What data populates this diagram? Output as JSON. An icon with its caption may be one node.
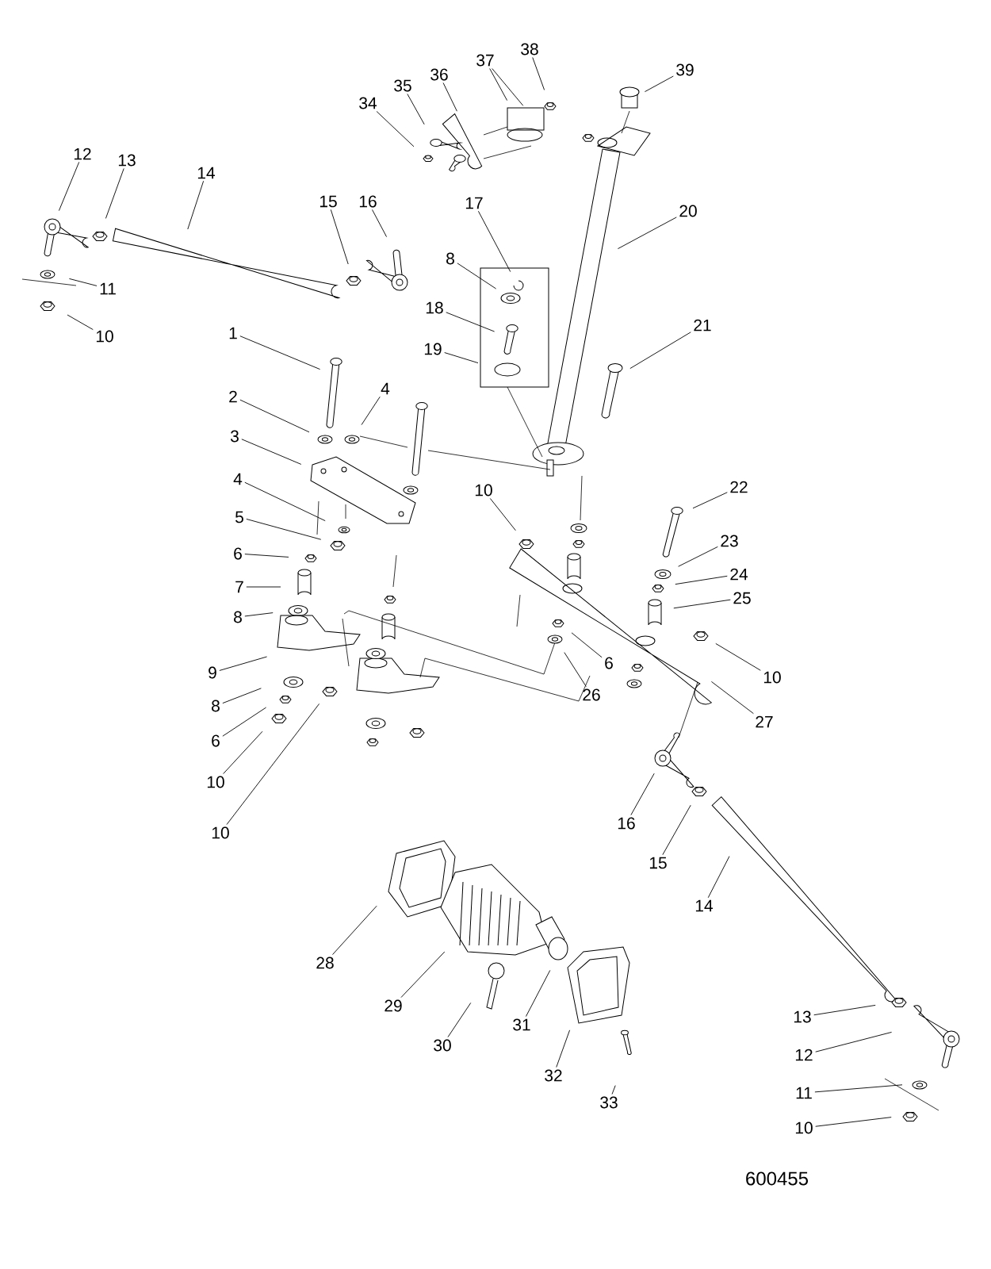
{
  "diagram": {
    "nodes": [
      {
        "text": [
          "34"
        ]
      },
      {
        "text": [
          "35"
        ]
      },
      {
        "text": [
          "36"
        ]
      },
      {
        "text": [
          "37"
        ]
      },
      {
        "text": [
          "38"
        ]
      },
      {
        "text": [
          "39"
        ]
      },
      {
        "text": [
          "12"
        ]
      },
      {
        "text": [
          "13"
        ]
      },
      {
        "text": [
          "14"
        ]
      },
      {
        "text": [
          "15"
        ]
      },
      {
        "text": [
          "16"
        ]
      },
      {
        "text": [
          "11"
        ]
      },
      {
        "text": [
          "10"
        ]
      },
      {
        "text": [
          "17"
        ]
      },
      {
        "text": [
          "8"
        ]
      },
      {
        "text": [
          "18"
        ]
      },
      {
        "text": [
          "19"
        ]
      },
      {
        "text": [
          "20"
        ]
      },
      {
        "text": [
          "21"
        ]
      },
      {
        "text": [
          "1"
        ]
      },
      {
        "text": [
          "2"
        ]
      },
      {
        "text": [
          "4"
        ]
      },
      {
        "text": [
          "3"
        ]
      },
      {
        "text": [
          "4"
        ]
      },
      {
        "text": [
          "5"
        ]
      },
      {
        "text": [
          "6"
        ]
      },
      {
        "text": [
          "7"
        ]
      },
      {
        "text": [
          "8"
        ]
      },
      {
        "text": [
          "9"
        ]
      },
      {
        "text": [
          "8"
        ]
      },
      {
        "text": [
          "6"
        ]
      },
      {
        "text": [
          "10"
        ]
      },
      {
        "text": [
          "10"
        ]
      },
      {
        "text": [
          "10"
        ]
      },
      {
        "text": [
          "22"
        ]
      },
      {
        "text": [
          "23"
        ]
      },
      {
        "text": [
          "24"
        ]
      },
      {
        "text": [
          "25"
        ]
      },
      {
        "text": [
          "6"
        ]
      },
      {
        "text": [
          "10"
        ]
      },
      {
        "text": [
          "26"
        ]
      },
      {
        "text": [
          "27"
        ]
      },
      {
        "text": [
          "16"
        ]
      },
      {
        "text": [
          "15"
        ]
      },
      {
        "text": [
          "14"
        ]
      },
      {
        "text": [
          "28"
        ]
      },
      {
        "text": [
          "29"
        ]
      },
      {
        "text": [
          "30"
        ]
      },
      {
        "text": [
          "31"
        ]
      },
      {
        "text": [
          "32"
        ]
      },
      {
        "text": [
          "33"
        ]
      },
      {
        "text": [
          "13"
        ]
      },
      {
        "text": [
          "12"
        ]
      },
      {
        "text": [
          "11"
        ]
      },
      {
        "text": [
          "10"
        ]
      }
    ],
    "edges": [
      {
        "from": 0,
        "to": null,
        "arrow": "none"
      },
      {
        "from": 1,
        "to": null,
        "arrow": "none"
      },
      {
        "from": 2,
        "to": null,
        "arrow": "none"
      },
      {
        "from": 3,
        "to": null,
        "arrow": "none"
      },
      {
        "from": 3,
        "to": null,
        "arrow": "none"
      },
      {
        "from": 4,
        "to": null,
        "arrow": "none"
      },
      {
        "from": 5,
        "to": null,
        "arrow": "none"
      },
      {
        "from": 6,
        "to": null,
        "arrow": "none"
      },
      {
        "from": 7,
        "to": null,
        "arrow": "none"
      },
      {
        "from": 8,
        "to": null,
        "arrow": "none"
      },
      {
        "from": 9,
        "to": null,
        "arrow": "none"
      },
      {
        "from": 10,
        "to": null,
        "arrow": "none"
      },
      {
        "from": 11,
        "to": null,
        "arrow": "none"
      },
      {
        "from": 12,
        "to": null,
        "arrow": "none"
      },
      {
        "from": 13,
        "to": null,
        "arrow": "none"
      },
      {
        "from": 14,
        "to": null,
        "arrow": "none"
      },
      {
        "from": 15,
        "to": null,
        "arrow": "none"
      },
      {
        "from": 16,
        "to": null,
        "arrow": "none"
      },
      {
        "from": 17,
        "to": null,
        "arrow": "none"
      },
      {
        "from": 18,
        "to": null,
        "arrow": "none"
      },
      {
        "from": 19,
        "to": null,
        "arrow": "none"
      },
      {
        "from": 20,
        "to": null,
        "arrow": "none"
      },
      {
        "from": 21,
        "to": null,
        "arrow": "none"
      },
      {
        "from": 22,
        "to": null,
        "arrow": "none"
      },
      {
        "from": 23,
        "to": null,
        "arrow": "none"
      },
      {
        "from": 24,
        "to": null,
        "arrow": "none"
      },
      {
        "from": 25,
        "to": null,
        "arrow": "none"
      },
      {
        "from": 26,
        "to": null,
        "arrow": "none"
      },
      {
        "from": 27,
        "to": null,
        "arrow": "none"
      },
      {
        "from": 28,
        "to": null,
        "arrow": "none"
      },
      {
        "from": 29,
        "to": null,
        "arrow": "none"
      },
      {
        "from": 30,
        "to": null,
        "arrow": "none"
      },
      {
        "from": 31,
        "to": null,
        "arrow": "none"
      },
      {
        "from": 32,
        "to": null,
        "arrow": "none"
      },
      {
        "from": 33,
        "to": null,
        "arrow": "none"
      },
      {
        "from": 34,
        "to": null,
        "arrow": "none"
      },
      {
        "from": 35,
        "to": null,
        "arrow": "none"
      },
      {
        "from": 36,
        "to": null,
        "arrow": "none"
      },
      {
        "from": 37,
        "to": null,
        "arrow": "none"
      },
      {
        "from": 38,
        "to": null,
        "arrow": "none"
      },
      {
        "from": 39,
        "to": null,
        "arrow": "none"
      },
      {
        "from": 40,
        "to": null,
        "arrow": "none"
      },
      {
        "from": 41,
        "to": null,
        "arrow": "none"
      },
      {
        "from": 42,
        "to": null,
        "arrow": "none"
      },
      {
        "from": 43,
        "to": null,
        "arrow": "none"
      },
      {
        "from": 44,
        "to": null,
        "arrow": "none"
      },
      {
        "from": 45,
        "to": null,
        "arrow": "none"
      },
      {
        "from": 46,
        "to": null,
        "arrow": "none"
      },
      {
        "from": 47,
        "to": null,
        "arrow": "none"
      },
      {
        "from": 48,
        "to": null,
        "arrow": "none"
      },
      {
        "from": 49,
        "to": null,
        "arrow": "none"
      },
      {
        "from": 50,
        "to": null,
        "arrow": "none"
      },
      {
        "from": 51,
        "to": null,
        "arrow": "none"
      },
      {
        "from": 52,
        "to": null,
        "arrow": "none"
      },
      {
        "from": 53,
        "to": null,
        "arrow": "none"
      },
      {
        "from": 54,
        "to": null,
        "arrow": "none"
      }
    ],
    "labels": [
      "600455"
    ]
  }
}
